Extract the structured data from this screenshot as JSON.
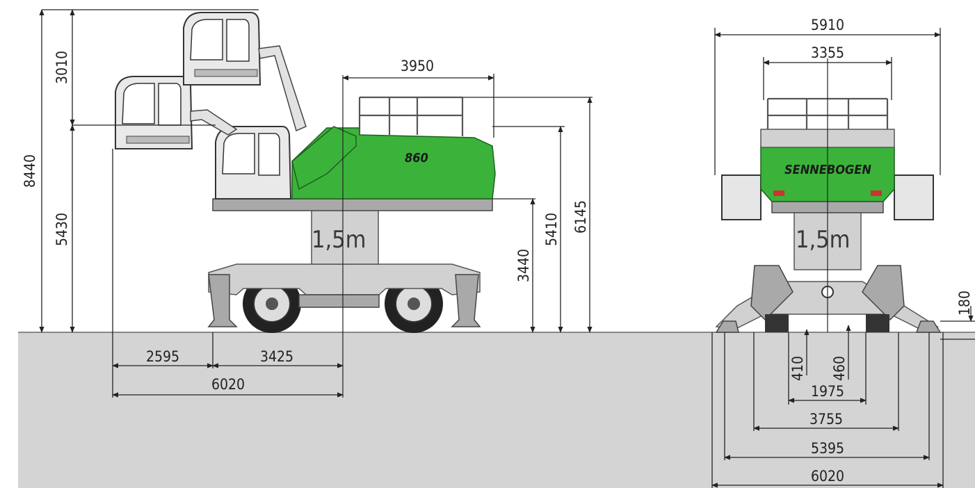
{
  "machine": {
    "model": "860",
    "brand": "SENNEBOGEN",
    "center_label": "1,5m",
    "colors": {
      "machine_green": "#3bb33a",
      "ground_gray": "#d4d4d4",
      "body_gray": "#cfcfcf"
    }
  },
  "side_view": {
    "heights": {
      "cab_raise": "3010",
      "total_height": "8440",
      "cab_eye_height": "5430",
      "frame_height": "3440",
      "cab_top_height": "5410",
      "rail_height": "6145"
    },
    "widths": {
      "upper_length": "3950",
      "rear_overhang": "2595",
      "wheelbase_half": "3425",
      "total_length": "6020"
    }
  },
  "front_view": {
    "widths": {
      "total_width_top": "5910",
      "upper_width": "3355",
      "inner_track": "1975",
      "track": "3755",
      "outrigger": "5395",
      "total_width_bottom": "6020"
    },
    "small_dims": {
      "ground_clearance": "410",
      "axle_height": "460",
      "pad_height": "180"
    }
  }
}
